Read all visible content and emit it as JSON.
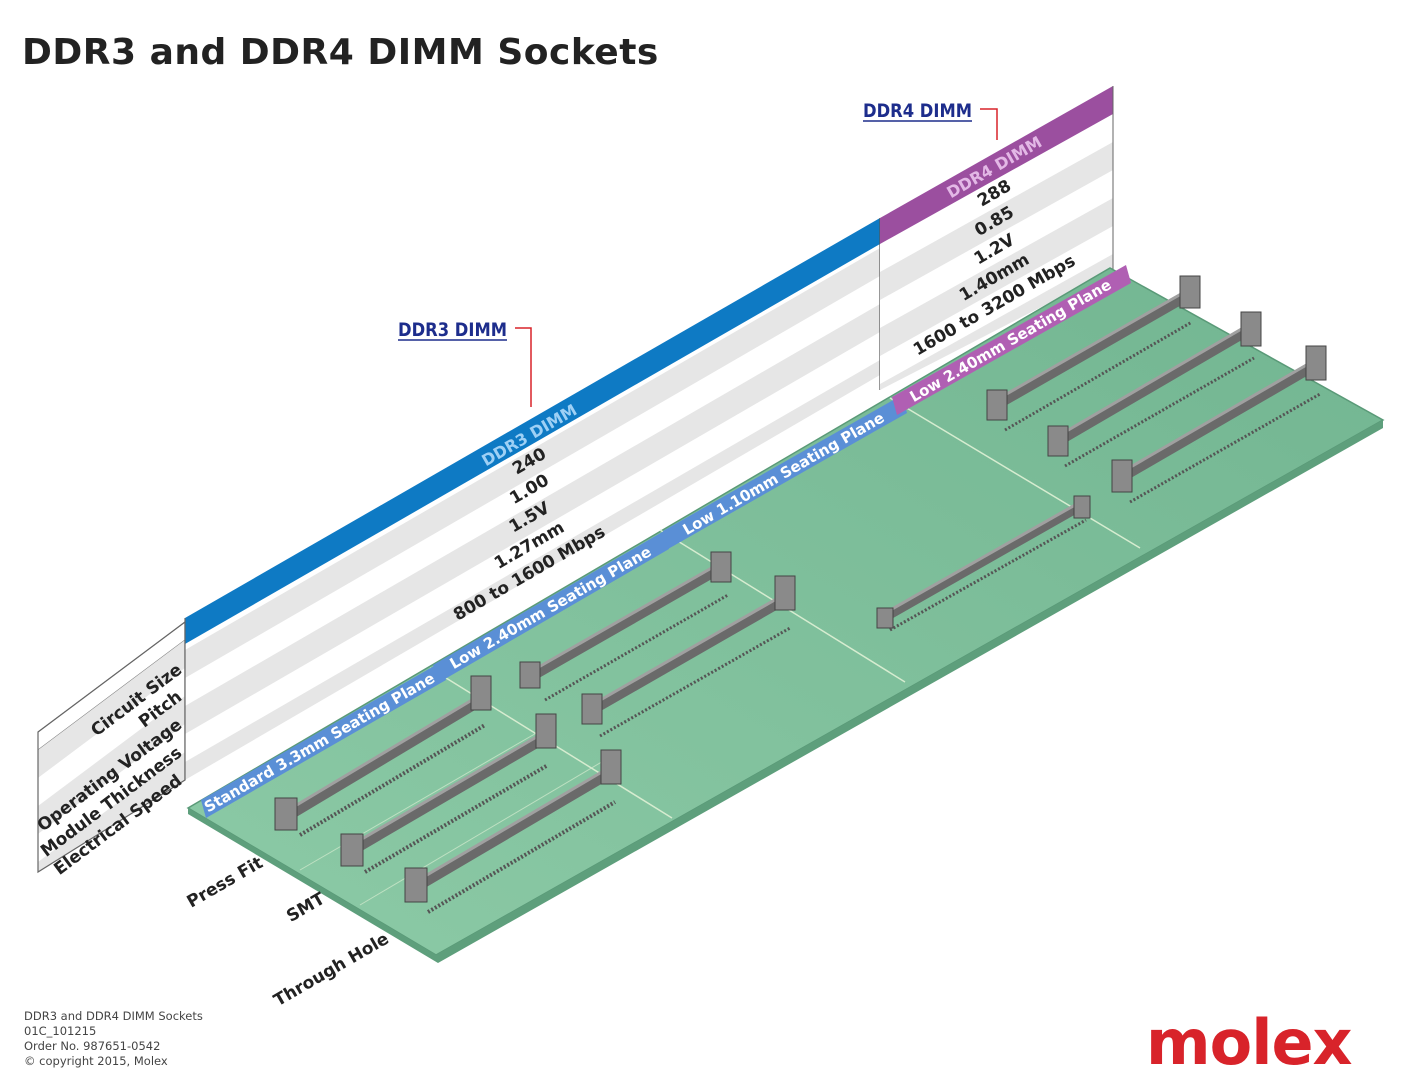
{
  "title": "DDR3 and DDR4 DIMM Sockets",
  "callouts": {
    "ddr3": "DDR3 DIMM",
    "ddr4": "DDR4 DIMM"
  },
  "row_labels": [
    "Circuit Size",
    "Pitch",
    "Operating Voltage",
    "Module Thickness",
    "Electrical Speed"
  ],
  "ddr3": {
    "header": "DDR3 DIMM",
    "values": [
      "240",
      "1.00",
      "1.5V",
      "1.27mm",
      "800 to 1600 Mbps"
    ]
  },
  "ddr4": {
    "header": "DDR4 DIMM",
    "values": [
      "288",
      "0.85",
      "1.2V",
      "1.40mm",
      "1600 to 3200 Mbps"
    ]
  },
  "seating_planes": [
    "Standard 3.3mm Seating Plane",
    "Low 2.40mm Seating Plane",
    "Low 1.10mm Seating Plane",
    "Low 2.40mm Seating Plane"
  ],
  "mount_types": [
    "Press Fit",
    "SMT",
    "Through Hole"
  ],
  "footer": {
    "line1": "DDR3 and DDR4 DIMM Sockets",
    "line2": "01C_101215",
    "line3": "Order No. 987651-0542",
    "line4": "© copyright 2015, Molex"
  },
  "logo": "molex",
  "colors": {
    "ddr3_blue": "#0e7ac4",
    "ddr4_purple": "#9b4f9f",
    "board_green": "#7dbf9a",
    "label_blue": "#5a8fd6",
    "label_purple": "#b05fb3",
    "molex_red": "#d8232a",
    "callout_red": "#d8232a",
    "callout_text": "#1d2d8c"
  }
}
